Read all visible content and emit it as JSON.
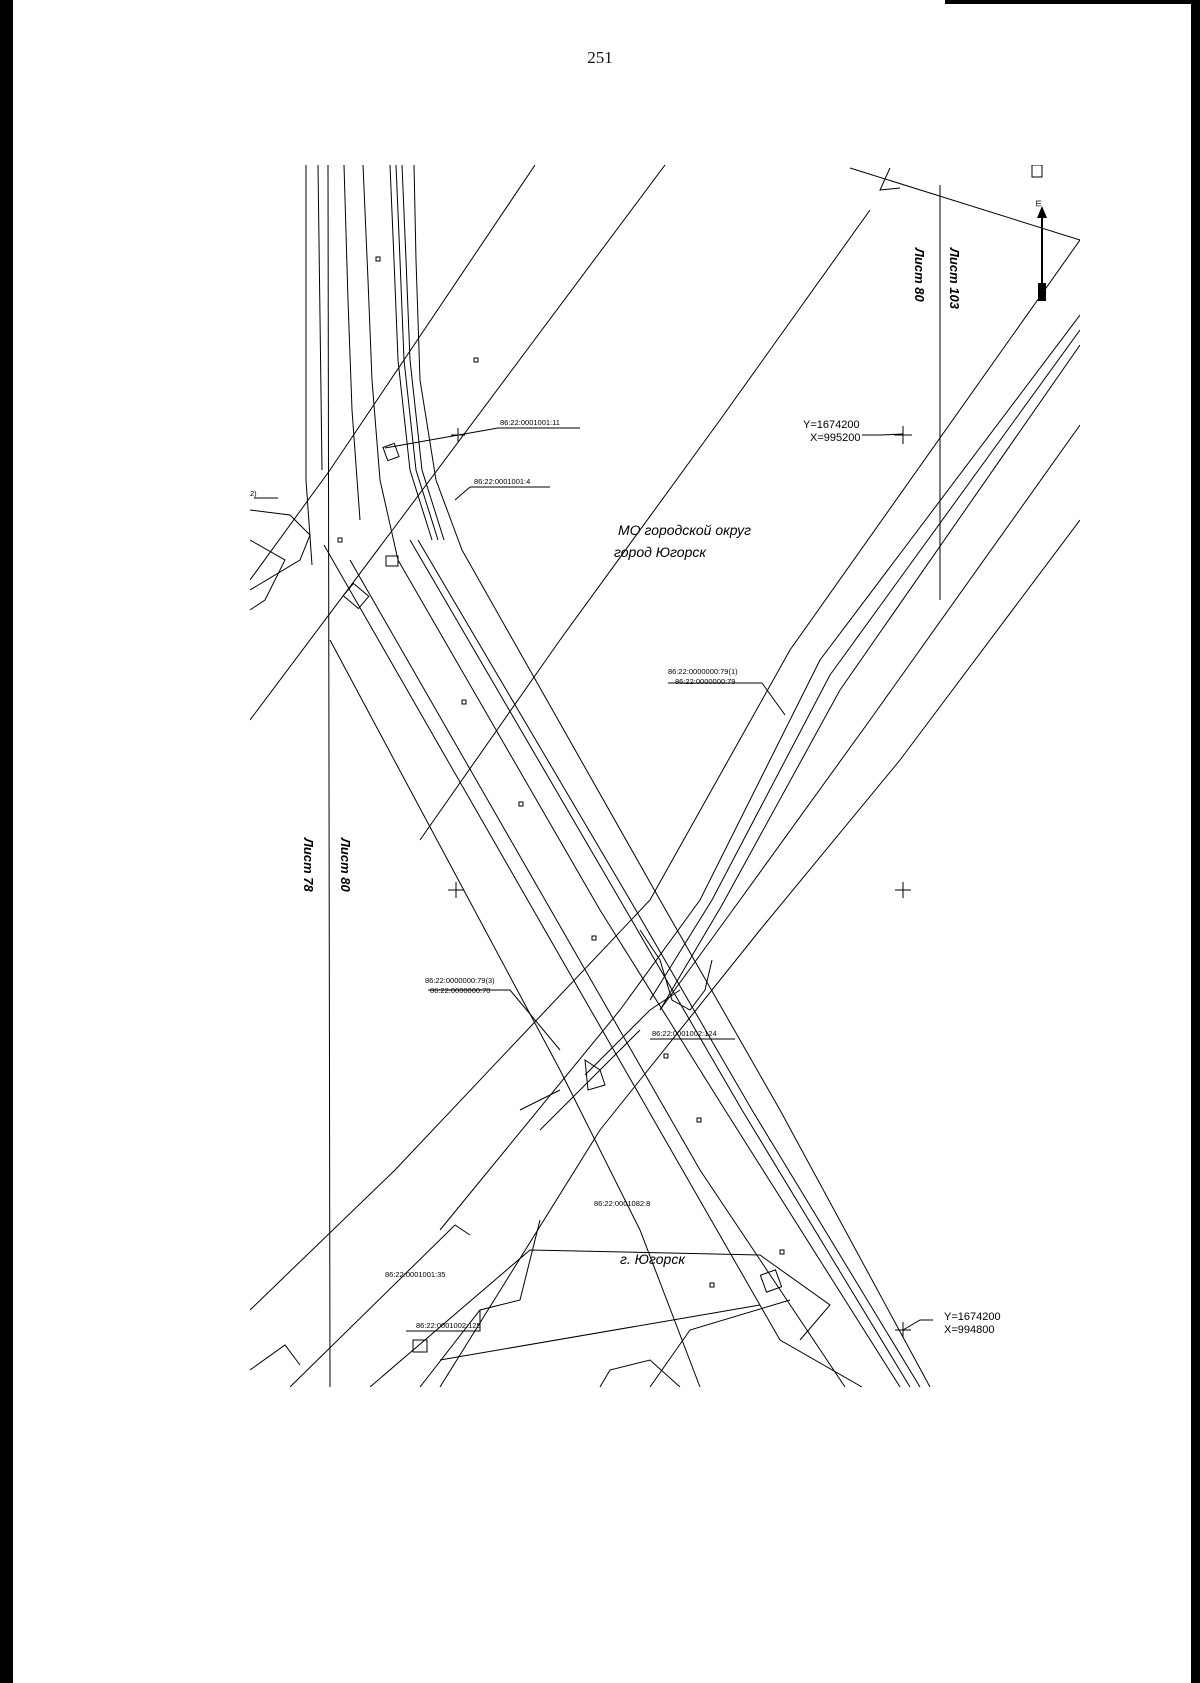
{
  "page": {
    "number": "251"
  },
  "map": {
    "areas": {
      "upper": [
        "МО городской округ",
        "город Югорск"
      ],
      "lower": "г. Югорск"
    },
    "sheets": {
      "left_outer": "Лист 78",
      "left_inner": "Лист 80",
      "right_left": "Лист 80",
      "right_right": "Лист 103"
    },
    "parcels": {
      "p1": "86:22:0001001:11",
      "p2": "86:22:0001001:4",
      "p3_top": "86:22:0000000:79(1)",
      "p3_bottom": "86:22:0000000:79",
      "p4_top": "86:22:0000000:79(3)",
      "p4_bottom": "86:22:0000000:70",
      "p5": "86:22:0001002:124",
      "p6": "86:22:0001082:8",
      "p7": "86:22:0001001:35",
      "p8": "86:22:0001002:125",
      "left_edge": "2)"
    },
    "coordinates": {
      "top": {
        "y": "Y=1674200",
        "x": "X=995200"
      },
      "bottom": {
        "y": "Y=1674200",
        "x": "X=994800"
      }
    },
    "north_mark": "Ш"
  }
}
